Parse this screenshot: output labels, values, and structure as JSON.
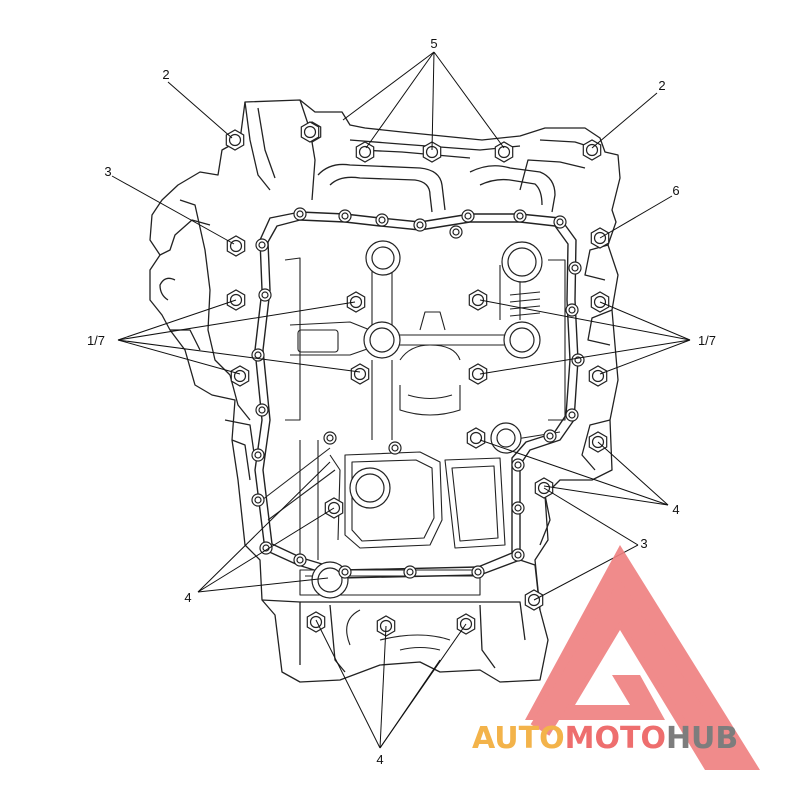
{
  "diagram": {
    "callouts": [
      {
        "id": "c5",
        "label": "5"
      },
      {
        "id": "c2l",
        "label": "2"
      },
      {
        "id": "c2r",
        "label": "2"
      },
      {
        "id": "c3l",
        "label": "3"
      },
      {
        "id": "c6",
        "label": "6"
      },
      {
        "id": "c17l",
        "label": "1/7"
      },
      {
        "id": "c17r",
        "label": "1/7"
      },
      {
        "id": "c4r",
        "label": "4"
      },
      {
        "id": "c3r",
        "label": "3"
      },
      {
        "id": "c4l",
        "label": "4"
      },
      {
        "id": "c4b",
        "label": "4"
      }
    ]
  },
  "watermark": {
    "part1": "AUTO",
    "part2": "MOTO",
    "part3": "HUB",
    "colors": {
      "auto": "#f3b34a",
      "moto": "#ee6e6e",
      "hub": "#7d7d7d",
      "logo": "#ef7f7f"
    }
  },
  "colors": {
    "line": "#222222",
    "background": "#ffffff"
  }
}
